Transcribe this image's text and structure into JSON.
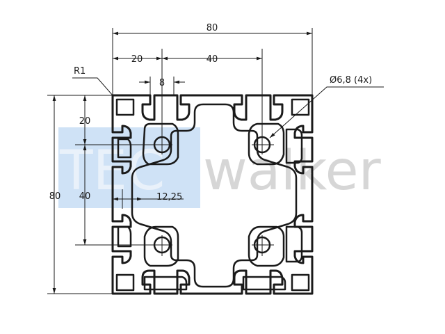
{
  "drawing": {
    "watermark": {
      "brand_prefix": "TEC",
      "brand_suffix": "walker",
      "color_block": "#c9dff5",
      "color_text": "#d4d4d4"
    },
    "colors": {
      "line": "#1a1a1a",
      "profile_fill": "#ffffff"
    },
    "dimensions": {
      "overall_width": "80",
      "left_offset": "20",
      "hole_spacing_x": "40",
      "slot_width": "8",
      "corner_radius": "R1",
      "hole_diameter": "Ø6,8 (4x)",
      "overall_height": "80",
      "top_offset": "20",
      "hole_spacing_y": "40",
      "slot_depth": "12,25"
    }
  }
}
